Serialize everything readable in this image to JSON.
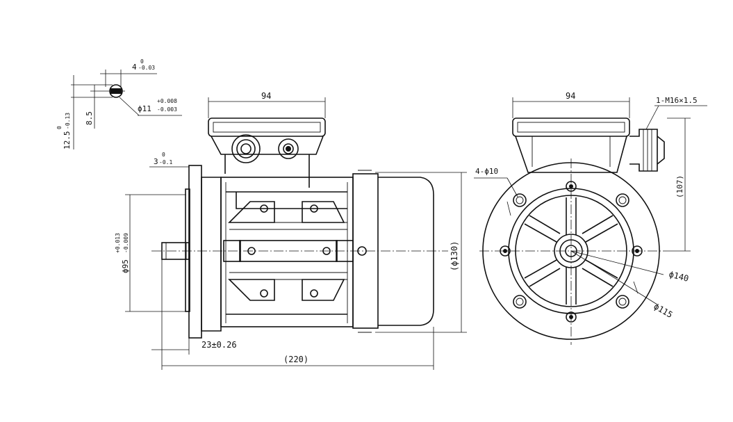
{
  "labels": {
    "shaft_key_width": "4",
    "shaft_key_width_tol_upper": "0",
    "shaft_key_width_tol_lower": "-0.03",
    "shaft_diameter": "ϕ11",
    "shaft_diameter_tol_upper": "+0.008",
    "shaft_diameter_tol_lower": "-0.003",
    "shaft_key_height": "12.5",
    "shaft_key_height_tol_upper": "0",
    "shaft_key_height_tol_lower": "-0.13",
    "key_depth": "8.5",
    "flange_thickness": "3",
    "flange_thickness_tol_upper": "0",
    "flange_thickness_tol_lower": "-0.1",
    "terminal_box_width_side": "94",
    "terminal_box_width_end": "94",
    "spigot_diameter": "ϕ95",
    "spigot_diameter_tol_upper": "+0.013",
    "spigot_diameter_tol_lower": "-0.009",
    "housing_diameter": "(ϕ130)",
    "shaft_length": "23±0.26",
    "overall_length": "(220)",
    "cable_gland": "1-M16×1.5",
    "mounting_holes": "4-ϕ10",
    "height_to_box": "(107)",
    "flange_pcd": "ϕ140",
    "hole_pcd": "ϕ115"
  }
}
